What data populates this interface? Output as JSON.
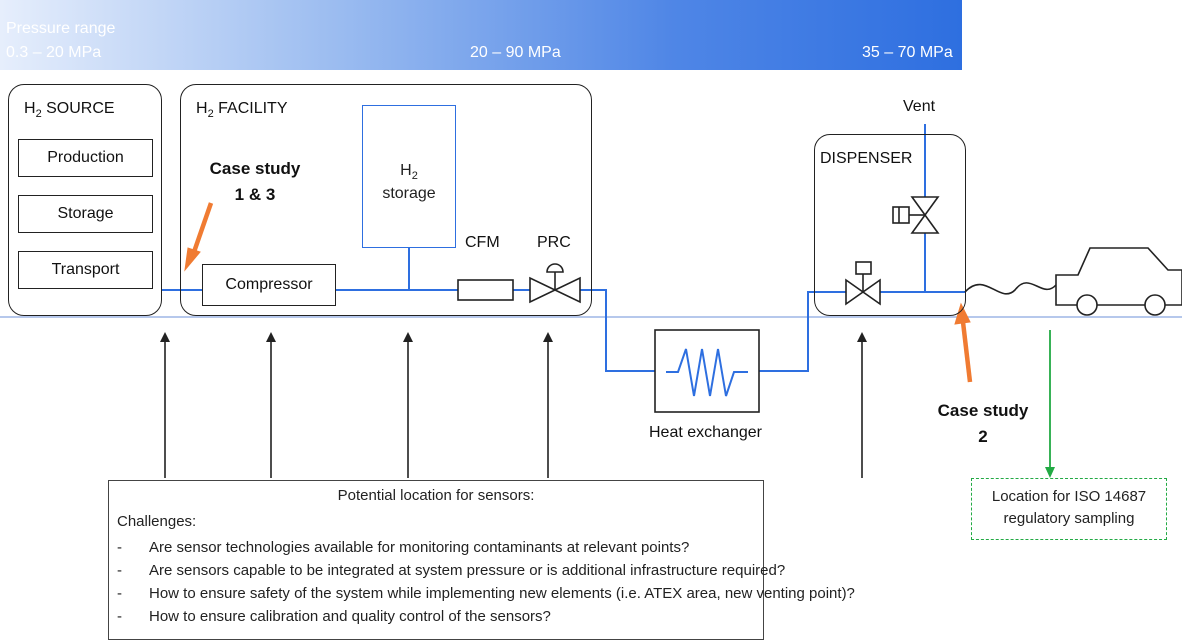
{
  "pressure": {
    "title": "Pressure range",
    "range1": "0.3 – 20 MPa",
    "range2": "20 – 90 MPa",
    "range3": "35 – 70 MPa"
  },
  "source": {
    "title_prefix": "H",
    "title_sub": "2",
    "title_rest": " SOURCE",
    "items": [
      "Production",
      "Storage",
      "Transport"
    ]
  },
  "facility": {
    "title_prefix": "H",
    "title_sub": "2",
    "title_rest": " FACILITY",
    "storage_h": "H",
    "storage_sub": "2",
    "storage_label": "storage",
    "compressor": "Compressor",
    "cfm": "CFM",
    "prc": "PRC"
  },
  "dispenser": {
    "title": "DISPENSER",
    "vent": "Vent"
  },
  "heat_exchanger": "Heat exchanger",
  "case_study_1": {
    "line1": "Case study",
    "line2": "1 & 3"
  },
  "case_study_2": {
    "line1": "Case study",
    "line2": "2"
  },
  "sensors": {
    "heading": "Potential location for sensors:",
    "challenges_label": "Challenges:",
    "items": [
      "Are sensor technologies available for monitoring contaminants at relevant points?",
      "Are sensors capable to be integrated at system pressure or is additional infrastructure required?",
      "How to ensure safety of the system while implementing new elements (i.e. ATEX area, new venting point)?",
      "How to ensure calibration and quality control of the sensors?"
    ]
  },
  "iso": {
    "line1": "Location for ISO 14687",
    "line2": "regulatory sampling"
  },
  "colors": {
    "pipe": "#2e6fe0",
    "orange": "#f07b32",
    "green": "#22aa44"
  }
}
